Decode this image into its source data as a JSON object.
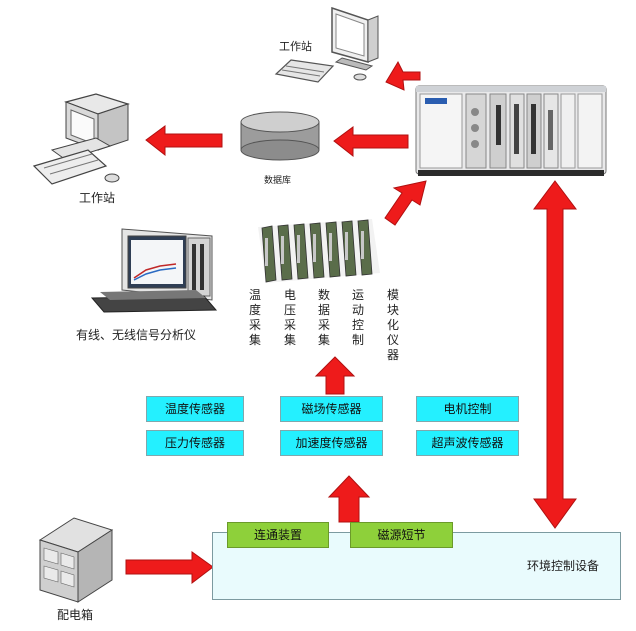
{
  "nodes": {
    "workstation_top": "工作站",
    "workstation_left": "工作站",
    "database": "数据库",
    "analyzer": "有线、无线信号分析仪",
    "distribution_box": "配电箱",
    "env_control": "环境控制设备"
  },
  "modules": [
    "温度采集",
    "电压采集",
    "数据采集",
    "运动控制",
    "模块化仪器"
  ],
  "sensors": [
    "温度传感器",
    "磁场传感器",
    "电机控制",
    "压力传感器",
    "加速度传感器",
    "超声波传感器"
  ],
  "env_devices": [
    "连通装置",
    "磁源短节"
  ],
  "colors": {
    "arrow": "#ee1b1b",
    "sensor_box": "#24f0ff",
    "device_box": "#8ed03a",
    "env_panel": "#e9fbfd"
  }
}
